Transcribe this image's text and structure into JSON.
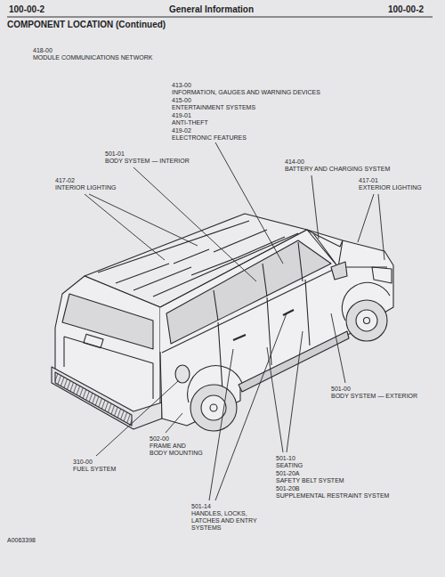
{
  "diagram": {
    "title": "COMPONENT LOCATION (Continued)",
    "labels": [
      "100-00-2",
      "General Information",
      "100-00-2",
      "418-00",
      "MODULE COMMUNICATIONS NETWORK",
      "413-00",
      "INFORMATION, GAUGES AND WARNING DEVICES",
      "415-00",
      "ENTERTAINMENT SYSTEMS",
      "419-01",
      "ANTI-THEFT",
      "419-02",
      "ELECTRONIC FEATURES",
      "501-01",
      "BODY SYSTEM — INTERIOR",
      "414-00",
      "BATTERY AND CHARGING SYSTEM",
      "417-02",
      "INTERIOR LIGHTING",
      "417-01",
      "EXTERIOR LIGHTING",
      "501-00",
      "BODY SYSTEM — EXTERIOR",
      "502-00",
      "FRAME AND BODY MOUNTING",
      "310-00",
      "FUEL SYSTEM",
      "501-10",
      "SEATING",
      "501-20A",
      "SAFETY BELT SYSTEM",
      "501-20B",
      "SUPPLEMENTAL RESTRAINT SYSTEM",
      "501-14",
      "HANDLES, LOCKS, LATCHES AND ENTRY SYSTEMS",
      "A0063398"
    ]
  }
}
